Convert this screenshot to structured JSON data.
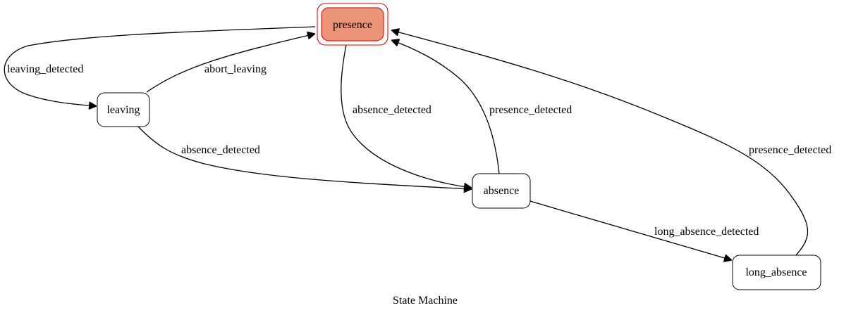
{
  "diagram": {
    "caption": "State Machine",
    "colors": {
      "active_fill": "#eb9479",
      "active_border": "#e00000",
      "node_fill": "#ffffff",
      "stroke": "#000000"
    },
    "states": {
      "presence": {
        "label": "presence",
        "active": true
      },
      "leaving": {
        "label": "leaving",
        "active": false
      },
      "absence": {
        "label": "absence",
        "active": false
      },
      "long_absence": {
        "label": "long_absence",
        "active": false
      }
    },
    "transitions": [
      {
        "from": "presence",
        "to": "leaving",
        "label": "leaving_detected"
      },
      {
        "from": "leaving",
        "to": "presence",
        "label": "abort_leaving"
      },
      {
        "from": "presence",
        "to": "absence",
        "label": "absence_detected"
      },
      {
        "from": "absence",
        "to": "presence",
        "label": "presence_detected"
      },
      {
        "from": "leaving",
        "to": "absence",
        "label": "absence_detected"
      },
      {
        "from": "long_absence",
        "to": "presence",
        "label": "presence_detected"
      },
      {
        "from": "absence",
        "to": "long_absence",
        "label": "long_absence_detected"
      }
    ]
  }
}
